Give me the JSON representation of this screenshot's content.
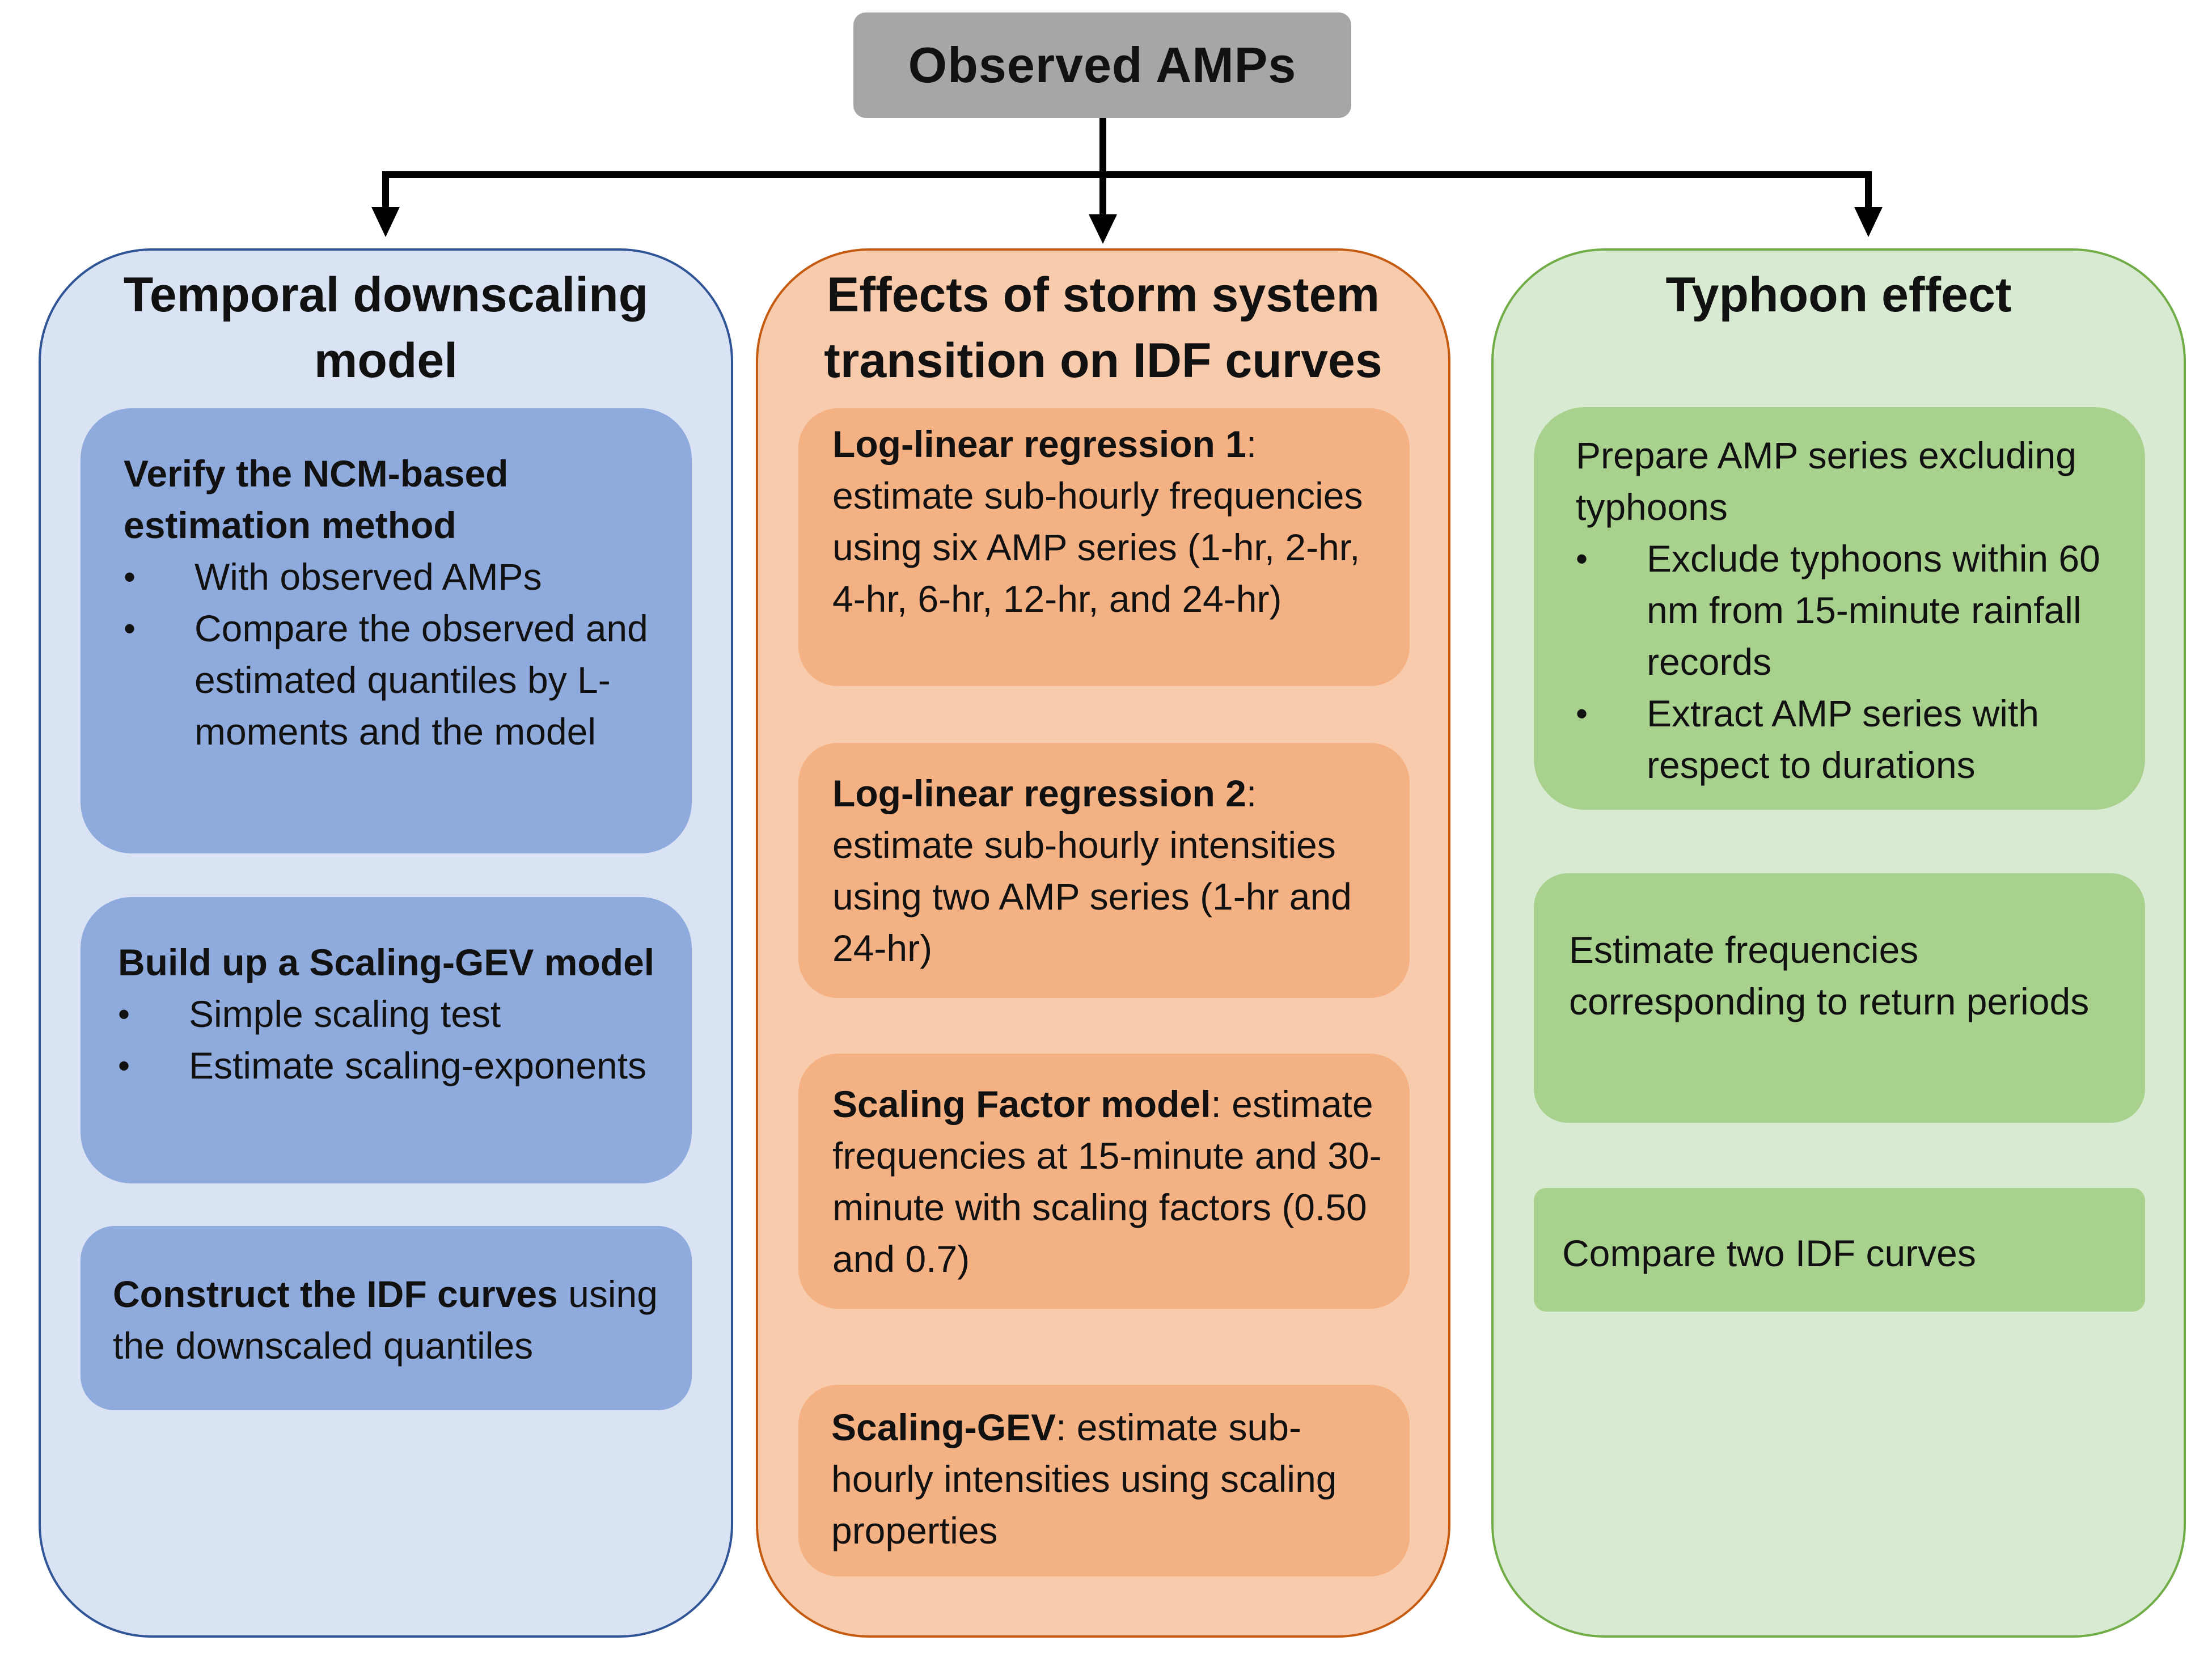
{
  "top": {
    "title": "Observed AMPs"
  },
  "columns": [
    {
      "title": "Temporal downscaling model",
      "cards": [
        {
          "heading": "Verify the NCM-based estimation method",
          "bullets": [
            "With observed AMPs",
            "Compare the observed and estimated quantiles by L-moments and the model"
          ]
        },
        {
          "heading": "Build up a Scaling-GEV model",
          "bullets": [
            "Simple scaling test",
            "Estimate scaling-exponents"
          ]
        },
        {
          "heading": "Construct the IDF curves",
          "text": " using the downscaled quantiles"
        }
      ]
    },
    {
      "title": "Effects of storm system transition on IDF curves",
      "cards": [
        {
          "heading": "Log-linear regression 1",
          "text": ": estimate sub-hourly frequencies using six AMP series (1-hr, 2-hr, 4-hr, 6-hr, 12-hr, and 24-hr)"
        },
        {
          "heading": "Log-linear regression 2",
          "text": ": estimate sub-hourly intensities using  two AMP series (1-hr and 24-hr)"
        },
        {
          "heading": "Scaling Factor model",
          "text": ": estimate frequencies at 15-minute and 30-minute with scaling factors (0.50 and 0.7)"
        },
        {
          "heading": "Scaling-GEV",
          "text": ": estimate sub-hourly intensities using  scaling properties"
        }
      ]
    },
    {
      "title": "Typhoon effect",
      "cards": [
        {
          "text": "Prepare AMP series excluding typhoons",
          "bullets": [
            "Exclude typhoons within 60 nm from 15-minute rainfall records",
            "Extract AMP series with respect to durations"
          ]
        },
        {
          "text": "Estimate frequencies corresponding to return periods"
        },
        {
          "text": "Compare two IDF curves"
        }
      ]
    }
  ]
}
